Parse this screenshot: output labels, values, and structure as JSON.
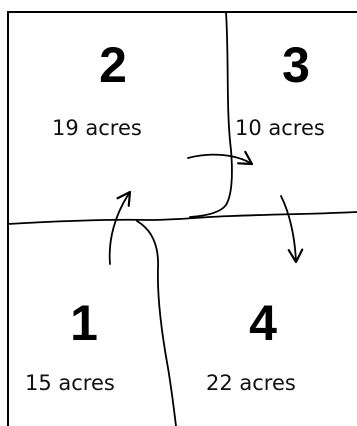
{
  "plots": [
    {
      "number": "2",
      "area": "19 acres"
    },
    {
      "number": "3",
      "area": "10 acres"
    },
    {
      "number": "1",
      "area": "15 acres"
    },
    {
      "number": "4",
      "area": "22 acres"
    }
  ],
  "colors": {
    "ink": "#000000",
    "background": "#ffffff"
  }
}
